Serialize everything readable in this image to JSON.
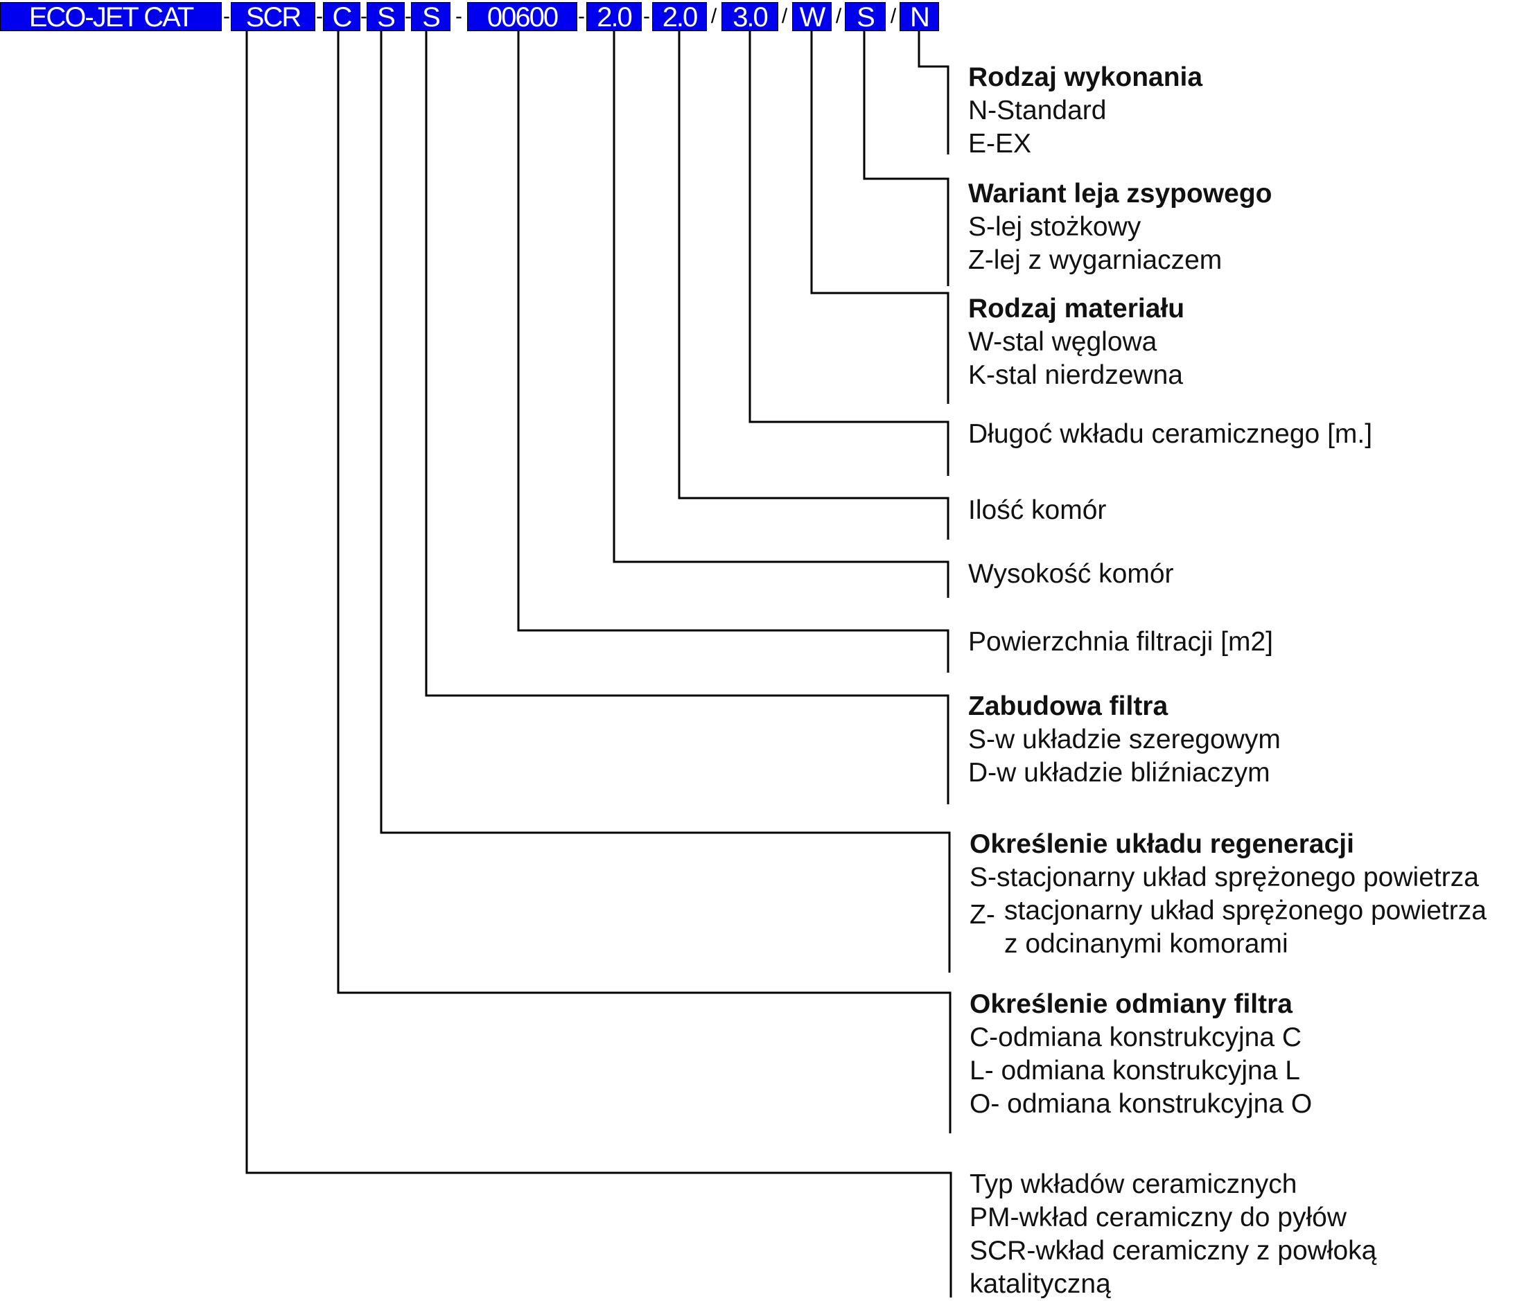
{
  "code": {
    "segments": [
      "ECO-JET CAT",
      "SCR",
      "C",
      "S",
      "S",
      "00600",
      "2.0",
      "2.0",
      "3.0",
      "W",
      "S",
      "N"
    ],
    "separators": [
      "-",
      "-",
      "-",
      "-",
      "-",
      "-",
      "-",
      "/",
      "/",
      "/",
      "/"
    ],
    "box_color": "#0000ee"
  },
  "sections": [
    {
      "title": "Rodzaj wykonania",
      "lines": [
        "N-Standard",
        "E-EX"
      ]
    },
    {
      "title": "Wariant leja zsypowego",
      "lines": [
        "S-lej stożkowy",
        "Z-lej z wygarniaczem"
      ]
    },
    {
      "title": "Rodzaj materiału",
      "lines": [
        "W-stal węglowa",
        "K-stal nierdzewna"
      ]
    },
    {
      "title": "Długoć wkładu ceramicznego [m.]",
      "lines": []
    },
    {
      "title": "Ilość komór",
      "lines": []
    },
    {
      "title": "Wysokość komór",
      "lines": []
    },
    {
      "title": "Powierzchnia filtracji [m2]",
      "lines": []
    },
    {
      "title": "Zabudowa filtra",
      "lines": [
        "S-w układzie szeregowym",
        "D-w układzie bliźniaczym"
      ]
    },
    {
      "title": "Określenie układu regeneracji",
      "lines": [
        "S-stacjonarny układ sprężonego powietrza",
        "Z-",
        "stacjonarny układ sprężonego powietrza",
        "z odcinanymi komorami"
      ]
    },
    {
      "title": "Określenie odmiany filtra",
      "lines": [
        "C-odmiana konstrukcyjna C",
        "L- odmiana konstrukcyjna L",
        "O- odmiana konstrukcyjna O"
      ]
    },
    {
      "title": "Typ wkładów ceramicznych",
      "lines": [
        "PM-wkład ceramiczny do pyłów",
        "SCR-wkład ceramiczny z powłoką",
        "katalityczną"
      ]
    }
  ]
}
